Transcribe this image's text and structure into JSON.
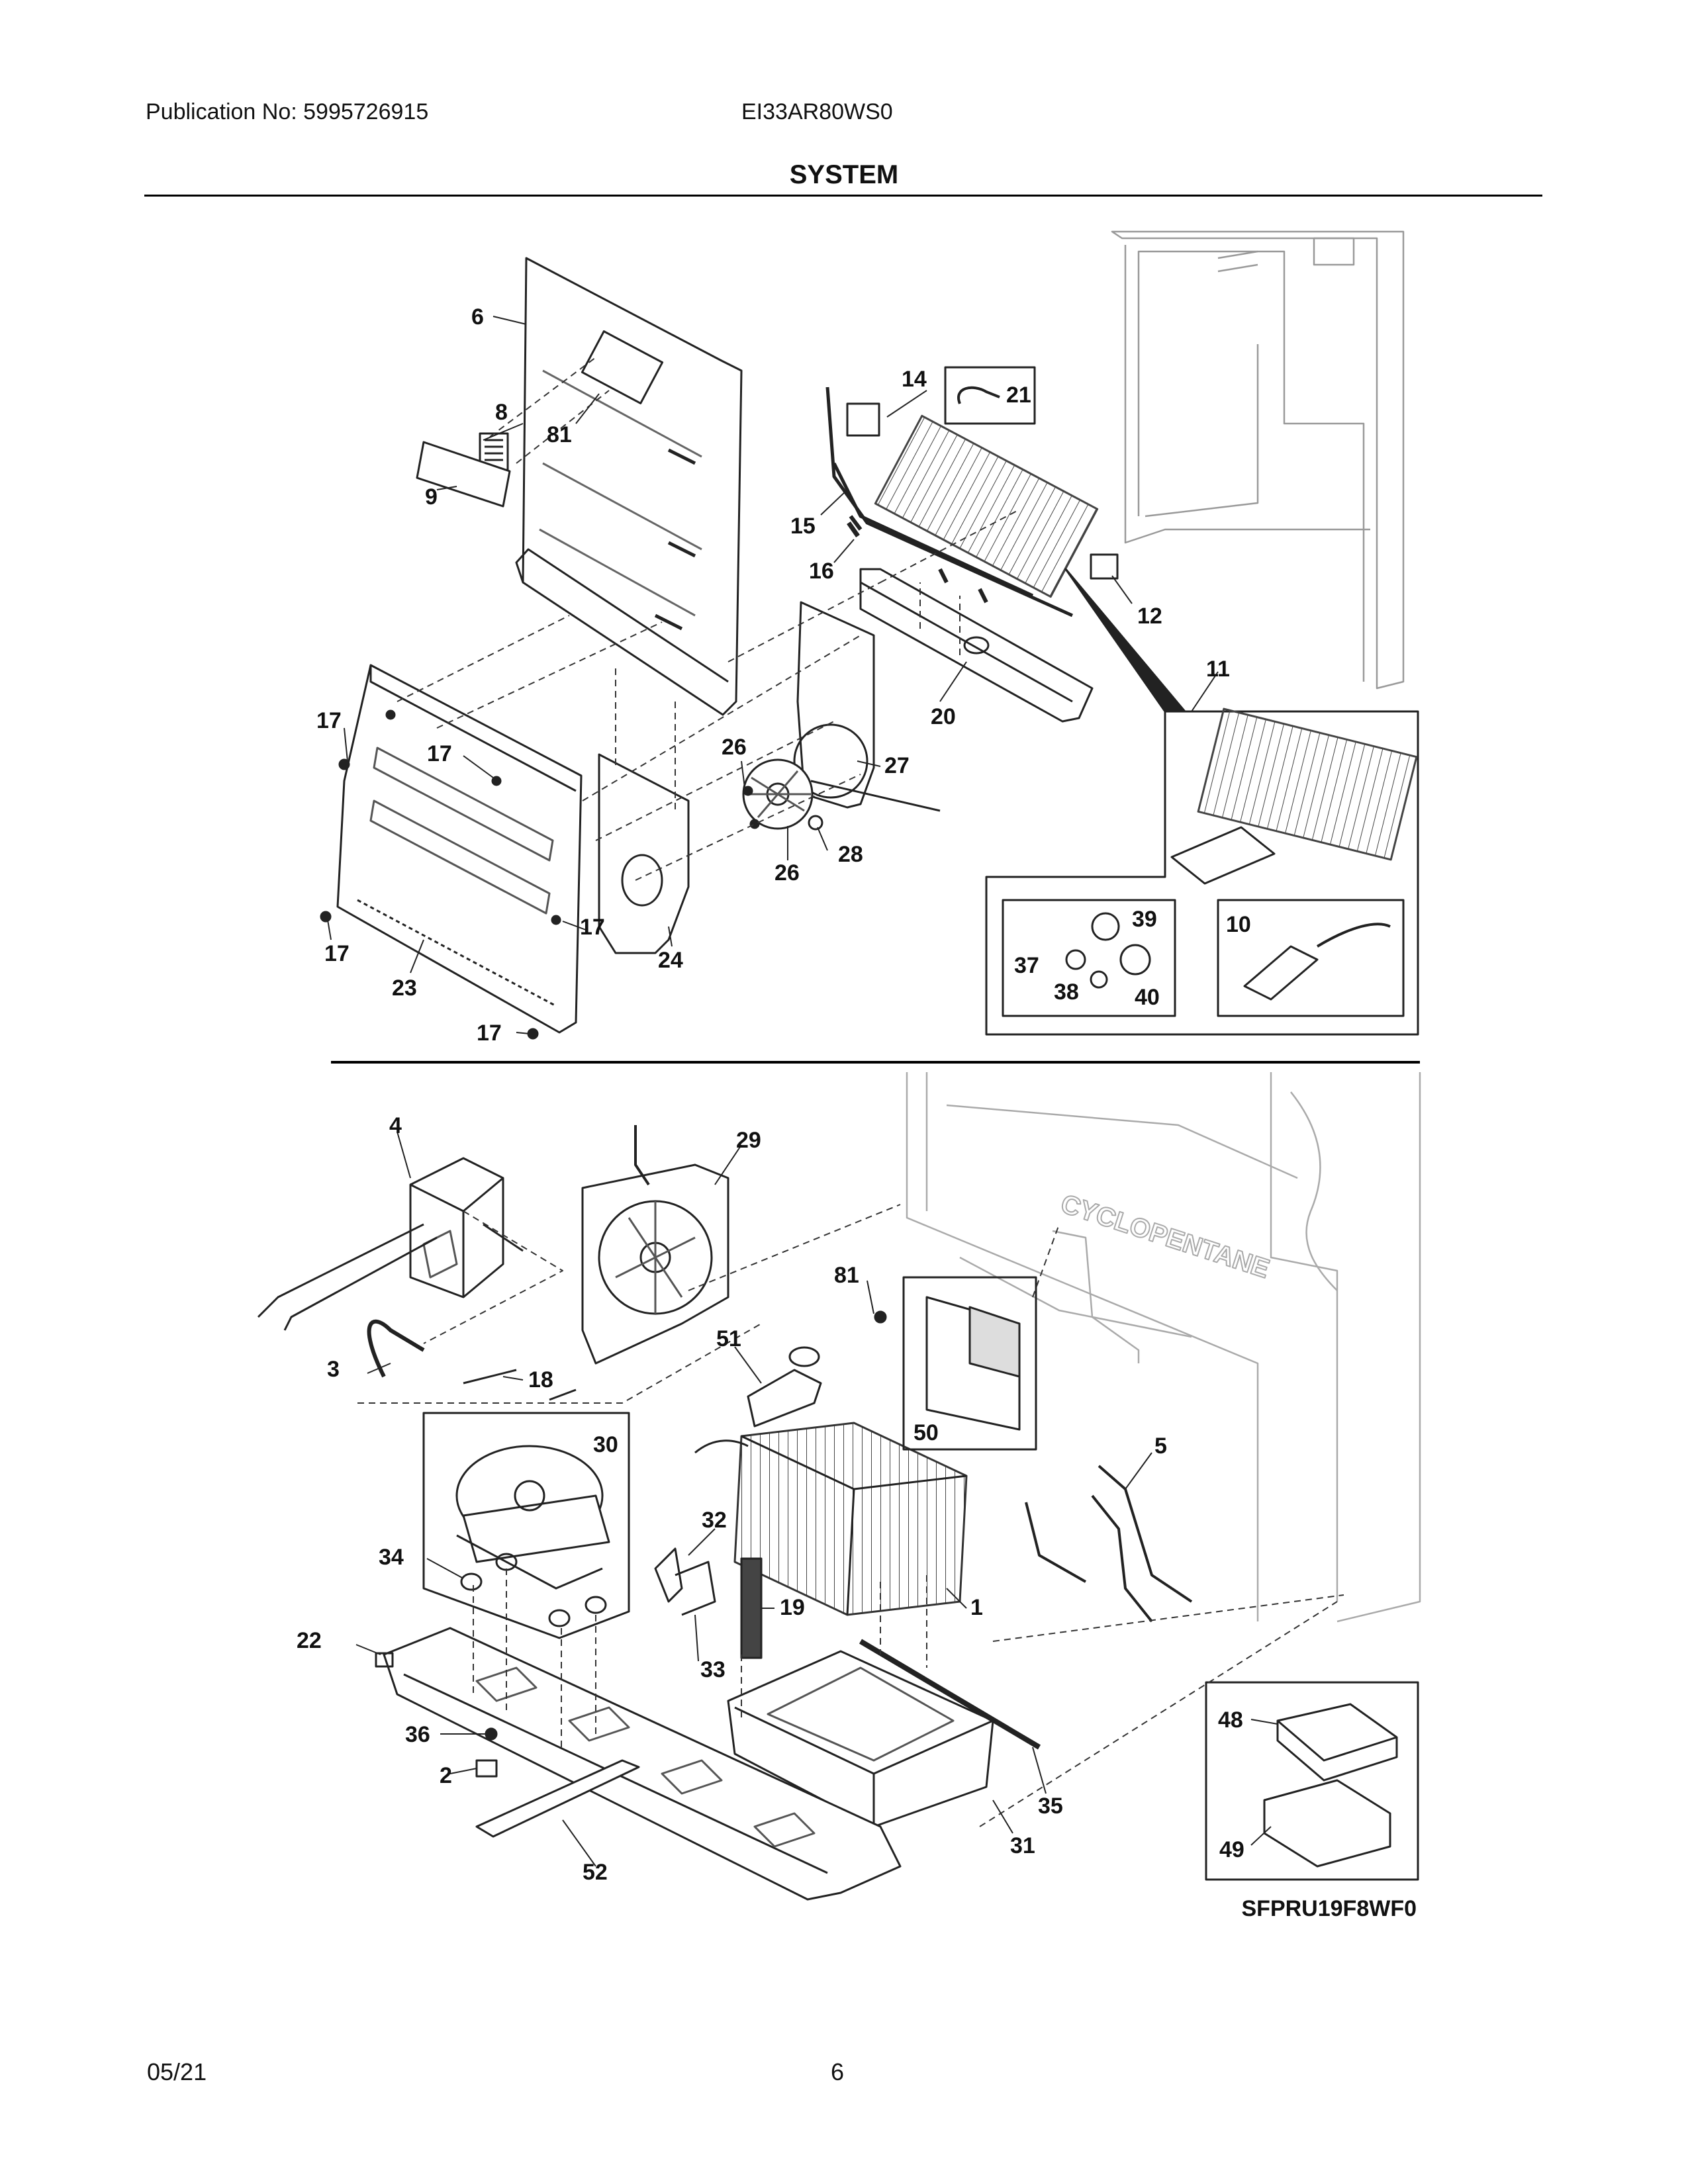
{
  "header": {
    "publication": "Publication No: 5995726915",
    "model": "EI33AR80WS0",
    "title": "SYSTEM"
  },
  "diagram": {
    "reference_code": "SFPRU19F8WF0",
    "watermark_text": "CYCLOPENTANE",
    "callouts": [
      "6",
      "8",
      "81",
      "9",
      "14",
      "21",
      "15",
      "16",
      "12",
      "11",
      "20",
      "17",
      "17",
      "17",
      "17",
      "17",
      "26",
      "27",
      "26",
      "28",
      "24",
      "23",
      "39",
      "10",
      "37",
      "38",
      "40",
      "4",
      "29",
      "81",
      "51",
      "3",
      "18",
      "30",
      "50",
      "5",
      "32",
      "34",
      "19",
      "1",
      "22",
      "33",
      "36",
      "2",
      "35",
      "31",
      "52",
      "48",
      "49"
    ]
  },
  "footer": {
    "date": "05/21",
    "page_number": "6"
  }
}
